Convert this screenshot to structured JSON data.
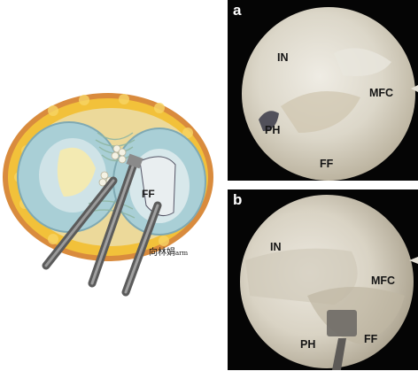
{
  "illustration": {
    "label_ff": "FF",
    "signature": "向林娟",
    "signature_suffix": "arm"
  },
  "panel_a": {
    "letter": "a",
    "labels": {
      "in": "IN",
      "mfc": "MFC",
      "ph": "PH",
      "ff": "FF"
    }
  },
  "panel_b": {
    "letter": "b",
    "labels": {
      "in": "IN",
      "mfc": "MFC",
      "ph": "PH",
      "ff": "FF"
    }
  },
  "colors": {
    "fat": "#f2c13a",
    "capsule": "#d9863a",
    "cartilage": "#a9cfd6",
    "tibia": "#f3eab2",
    "instrument": "#6e6e6e",
    "scope_bg": "#050505",
    "scope_field": "#e4e0d6"
  }
}
